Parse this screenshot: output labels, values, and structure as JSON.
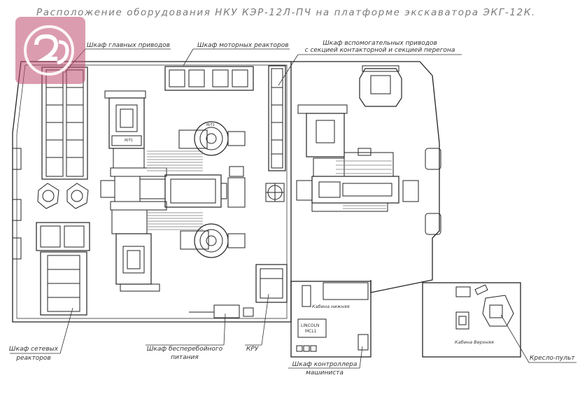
{
  "title": "Расположение оборудования НКУ КЭР-12Л-ПЧ на платформе экскаватора ЭКГ-12К.",
  "logo": {
    "text": "r2",
    "color": "#c04a70"
  },
  "labels": {
    "main_drives": "Шкаф главных приводов",
    "motor_reactors": "Шкаф моторных реакторов",
    "aux_drives_1": "Шкаф вспомогательных приводов",
    "aux_drives_2": "с секцией контакторной и секцией перегона",
    "network_reactors_1": "Шкаф сетевых",
    "network_reactors_2": "реакторов",
    "ups_1": "Шкаф бесперебойного",
    "ups_2": "питания",
    "kru": "КРУ",
    "controller_1": "Шкаф контроллера",
    "controller_2": "машиниста",
    "chair": "Кресло-пульт",
    "cabin_lower": "Кабина нижняя",
    "cabin_upper": "Кабина Верхняя",
    "lincoln_1": "LINCOLN",
    "lincoln_2": "MCL1",
    "motor_tag_top": "M/T1",
    "motor_tag_gen": "M/T1"
  },
  "colors": {
    "line": "#222222",
    "hatch": "#777777",
    "leader": "#333333"
  }
}
